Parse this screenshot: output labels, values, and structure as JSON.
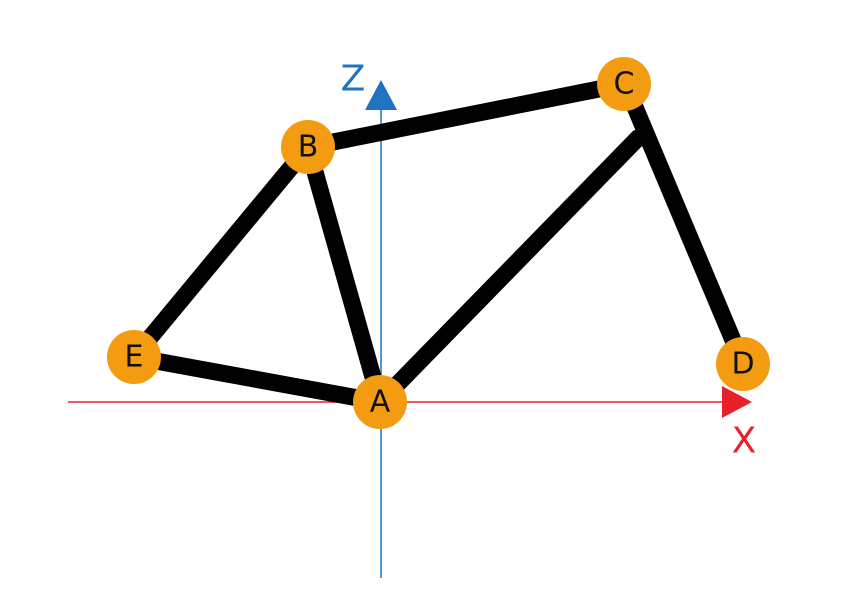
{
  "colors": {
    "background": "#ffffff",
    "member": "#000000",
    "node_fill": "#f39c12",
    "node_text": "#111111",
    "x_axis": "#e8202a",
    "z_axis": "#1f73c0"
  },
  "axes": {
    "x": {
      "label": "X"
    },
    "z": {
      "label": "Z"
    }
  },
  "nodes": [
    {
      "id": "A",
      "label": "A"
    },
    {
      "id": "B",
      "label": "B"
    },
    {
      "id": "C",
      "label": "C"
    },
    {
      "id": "D",
      "label": "D"
    },
    {
      "id": "E",
      "label": "E"
    }
  ],
  "members": [
    {
      "from": "E",
      "to": "A"
    },
    {
      "from": "E",
      "to": "B"
    },
    {
      "from": "B",
      "to": "A"
    },
    {
      "from": "B",
      "to": "C"
    },
    {
      "from": "A",
      "to": "C"
    },
    {
      "from": "C",
      "to": "D"
    }
  ]
}
